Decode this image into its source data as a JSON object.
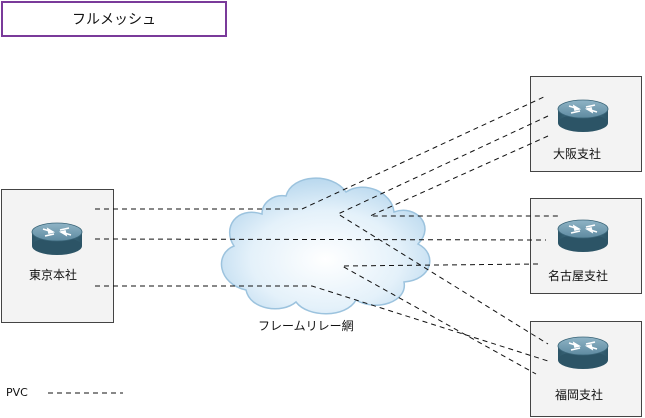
{
  "title": "フルメッシュ",
  "cloud": {
    "label": "フレームリレー網"
  },
  "sites": {
    "tokyo": "東京本社",
    "osaka": "大阪支社",
    "nagoya": "名古屋支社",
    "fukuoka": "福岡支社"
  },
  "legend": {
    "label": "PVC"
  },
  "colors": {
    "title_border": "#7a3a9a",
    "router_body": "#3f6f86",
    "cloud_fill": "#cfe6f5"
  },
  "icons": {
    "router": "router-icon",
    "cloud": "cloud-icon"
  }
}
